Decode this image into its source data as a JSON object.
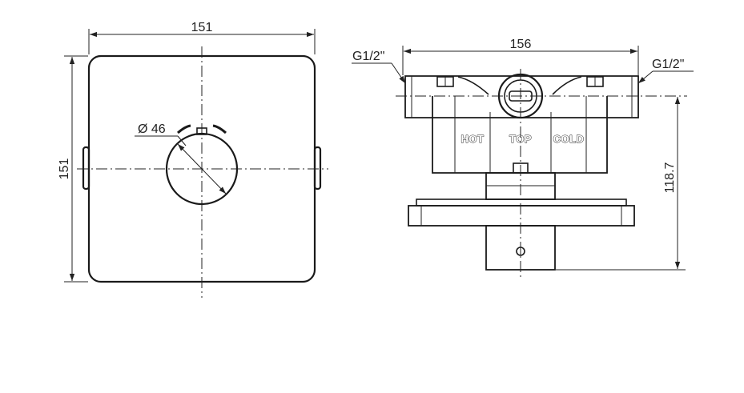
{
  "front_view": {
    "width_dim": "151",
    "height_dim": "151",
    "knob_dim": "Ø 46"
  },
  "side_view": {
    "width_dim": "156",
    "depth_dim": "118.7",
    "inlet_left": "G1/2\"",
    "inlet_right": "G1/2\"",
    "label_hot": "HOT",
    "label_top": "TOP",
    "label_cold": "COLD"
  }
}
